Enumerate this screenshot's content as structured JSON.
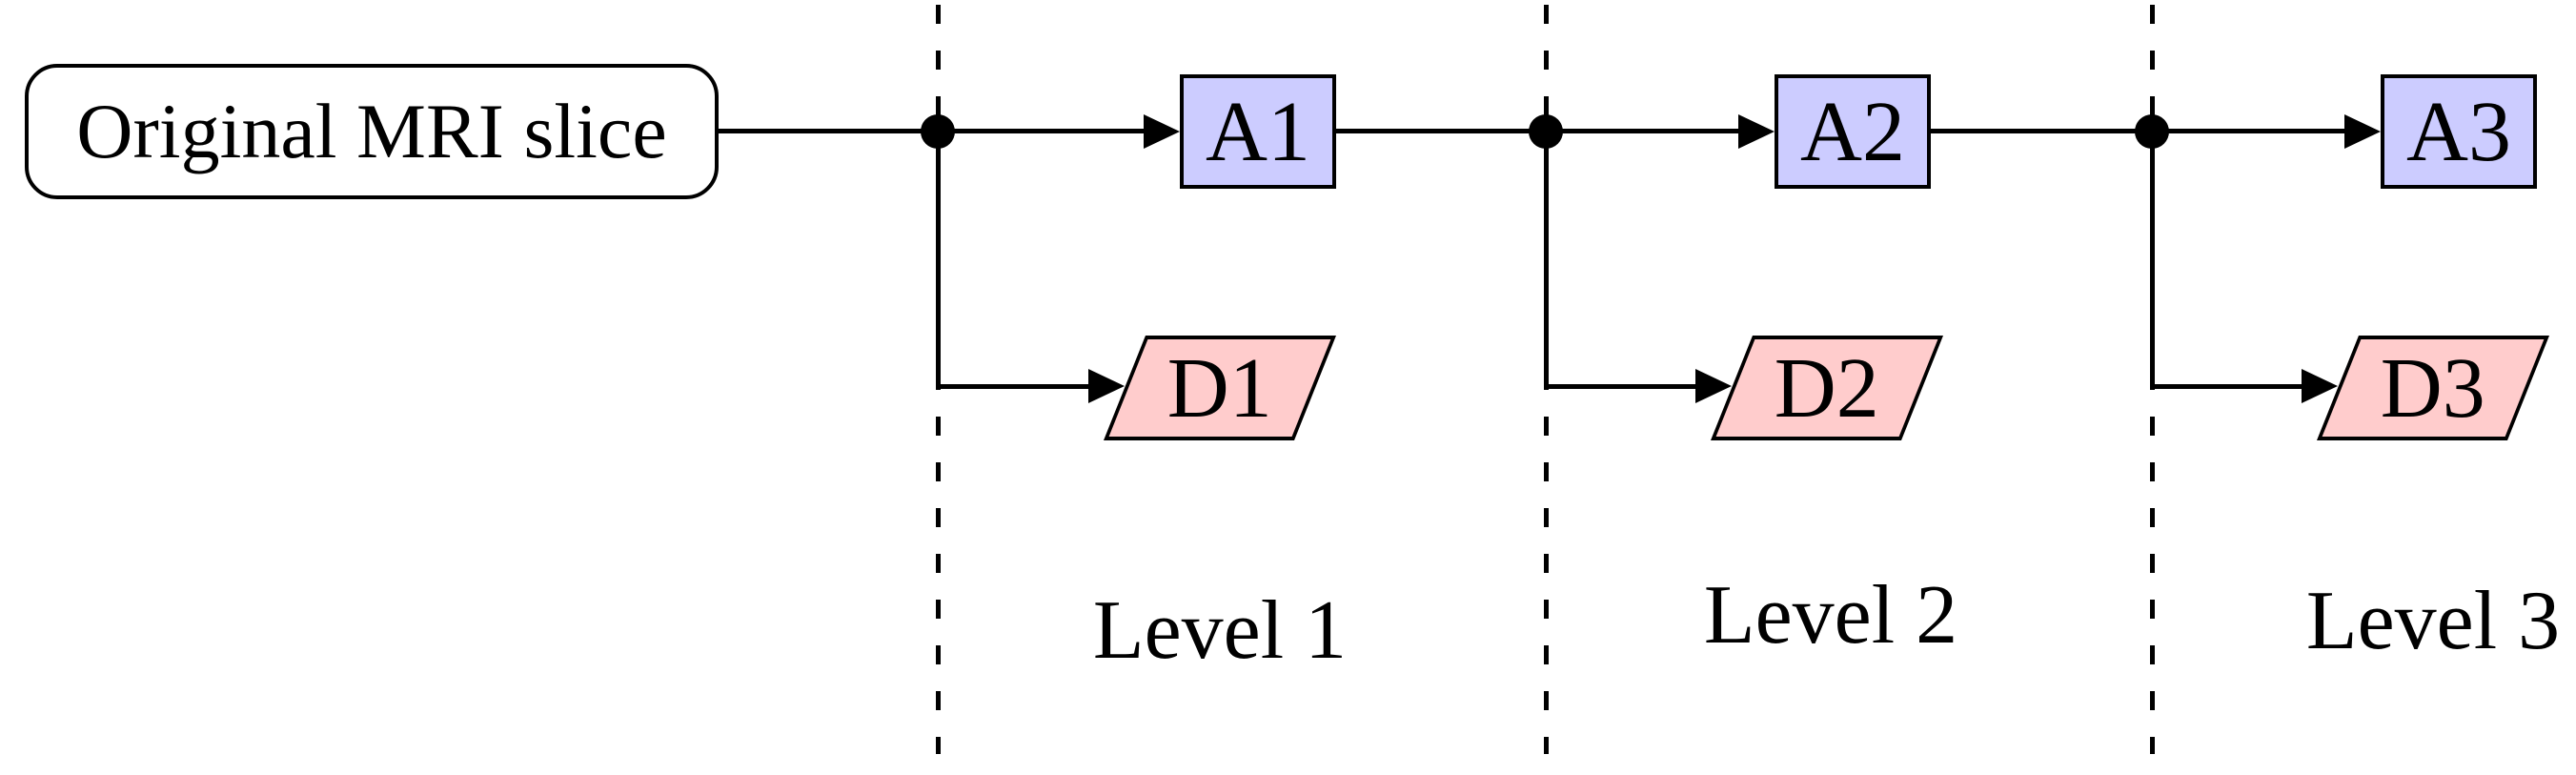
{
  "diagram": {
    "title_hint": "Three-level wavelet decomposition of an MRI slice",
    "source": {
      "label": "Original MRI slice"
    },
    "levels": [
      {
        "name": "Level 1",
        "approx": "A1",
        "detail": "D1"
      },
      {
        "name": "Level 2",
        "approx": "A2",
        "detail": "D2"
      },
      {
        "name": "Level 3",
        "approx": "A3",
        "detail": "D3"
      }
    ],
    "colors": {
      "approx_fill": "#ccccff",
      "detail_fill": "#ffcccc",
      "line": "#000000",
      "background": "#ffffff"
    }
  }
}
